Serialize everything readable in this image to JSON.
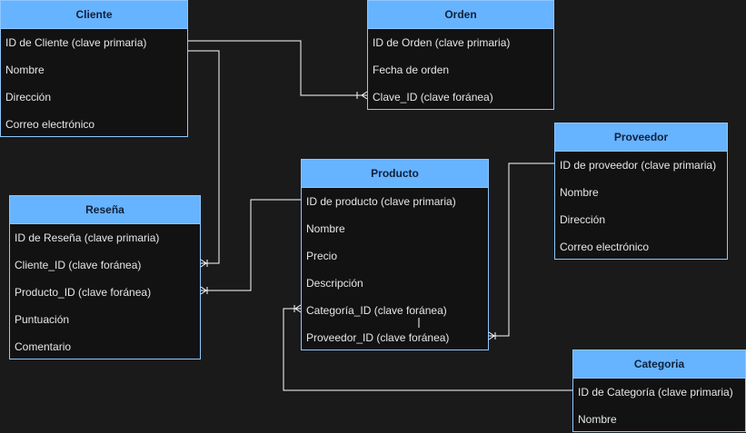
{
  "entities": {
    "cliente": {
      "title": "Cliente",
      "fields": [
        "ID de Cliente (clave primaria)",
        "Nombre",
        "Dirección",
        "Correo electrónico"
      ]
    },
    "orden": {
      "title": "Orden",
      "fields": [
        "ID de Orden (clave primaria)",
        "Fecha de orden",
        "Clave_ID (clave foránea)"
      ]
    },
    "proveedor": {
      "title": "Proveedor",
      "fields": [
        "ID de proveedor (clave primaria)",
        "Nombre",
        "Dirección",
        "Correo electrónico"
      ]
    },
    "producto": {
      "title": "Producto",
      "fields": [
        "ID de producto (clave primaria)",
        "Nombre",
        "Precio",
        "Descripción",
        "Categoría_ID (clave foránea)",
        "Proveedor_ID (clave foránea)"
      ]
    },
    "resena": {
      "title": "Reseña",
      "fields": [
        "ID de Reseña (clave primaria)",
        "Cliente_ID (clave foránea)",
        "Producto_ID (clave foránea)",
        "Puntuación",
        "Comentario"
      ]
    },
    "categoria": {
      "title": "Categoria",
      "fields": [
        "ID de Categoría (clave primaria)",
        "Nombre"
      ]
    }
  },
  "colors": {
    "background": "#1a1a1a",
    "header": "#66b3ff",
    "border": "#8fc7ff",
    "connector": "#ffffff"
  }
}
